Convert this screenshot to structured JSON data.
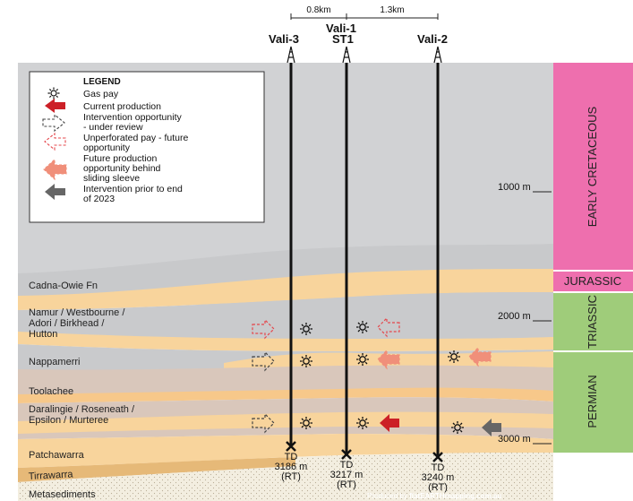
{
  "distances": {
    "left": "0.8km",
    "right": "1.3km"
  },
  "wells": {
    "vali3": {
      "name": "Vali-3",
      "td": "TD",
      "depth": "3186 m",
      "rt": "(RT)"
    },
    "vali1": {
      "name1": "Vali-1",
      "name2": "ST1",
      "td": "TD",
      "depth": "3217 m",
      "rt": "(RT)"
    },
    "vali2": {
      "name": "Vali-2",
      "td": "TD",
      "depth": "3240 m",
      "rt": "(RT)"
    }
  },
  "legend": {
    "title": "LEGEND",
    "gas_pay": "Gas pay",
    "current_production": "Current production",
    "intervention_review_1": "Intervention opportunity",
    "intervention_review_2": "- under review",
    "unperforated_1": "Unperforated pay - future",
    "unperforated_2": "opportunity",
    "future_sleeve_1": "Future production",
    "future_sleeve_2": "opportunity behind",
    "future_sleeve_3": "sliding sleeve",
    "prior_2023_1": "Intervention prior to end",
    "prior_2023_2": "of 2023"
  },
  "layers": {
    "cadna": "Cadna-Owie Fn",
    "namur_1": "Namur / Westbourne /",
    "namur_2": "Adori / Birkhead /",
    "namur_3": "Hutton",
    "nappamerri": "Nappamerri",
    "toolachee": "Toolachee",
    "daralingie_1": "Daralingie / Roseneath /",
    "daralingie_2": "Epsilon / Murteree",
    "patchawarra": "Patchawarra",
    "tirrawarra": "Tirrawarra",
    "metasediments": "Metasediments"
  },
  "depths": {
    "d1000": "1000 m",
    "d2000": "2000 m",
    "d3000": "3000 m"
  },
  "eras": {
    "early_cretaceous": "EARLY CRETACEOUS",
    "jurassic": "JURASSIC",
    "triassic": "TRIASSIC",
    "permian": "PERMIAN"
  },
  "credit": {
    "prefix": "Produced by ",
    "brand": "flatEARTHmapping.com.au"
  },
  "colors": {
    "early_cretaceous": "#ee6fae",
    "jurassic": "#ee6fae",
    "triassic": "#9fcc7a",
    "permian": "#9fcc7a",
    "grey_layer": "#c9cacc",
    "sand_layer": "#f8d49c",
    "tan_layer": "#d9c7bb",
    "current_production": "#cc2027",
    "future_sleeve": "#f08f7a",
    "prior_2023": "#666666",
    "unperforated": "#e5484d"
  }
}
